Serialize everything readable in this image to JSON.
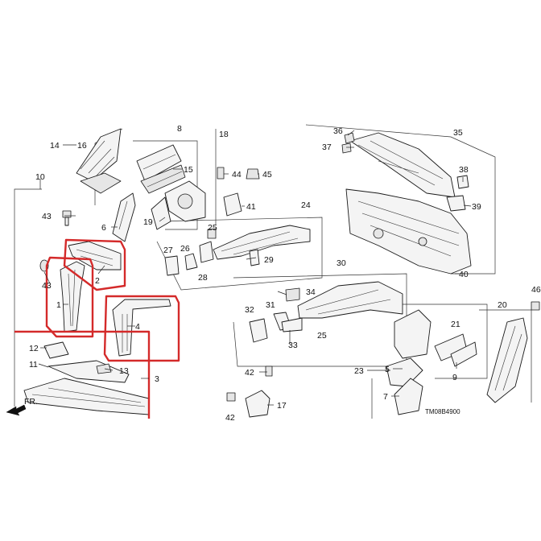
{
  "diagram": {
    "direction_label": "FR.",
    "drawing_code": "TM08B4900",
    "highlight_color": "#d42a2a",
    "part_numbers": {
      "p1": "1",
      "p2": "2",
      "p3": "3",
      "p4": "4",
      "p5": "5",
      "p6": "6",
      "p7": "7",
      "p8": "8",
      "p9": "9",
      "p10": "10",
      "p11": "11",
      "p12": "12",
      "p13": "13",
      "p14": "14",
      "p15": "15",
      "p16": "16",
      "p17": "17",
      "p18": "18",
      "p19": "19",
      "p20": "20",
      "p21": "21",
      "p23": "23",
      "p24": "24",
      "p25a": "25",
      "p25b": "25",
      "p26": "26",
      "p27": "27",
      "p28": "28",
      "p29": "29",
      "p30": "30",
      "p31": "31",
      "p32": "32",
      "p33": "33",
      "p34": "34",
      "p35": "35",
      "p36": "36",
      "p37": "37",
      "p38": "38",
      "p39": "39",
      "p40": "40",
      "p41": "41",
      "p42": "42",
      "p42b": "42",
      "p43a": "43",
      "p43b": "43",
      "p44": "44",
      "p45": "45",
      "p46": "46"
    }
  }
}
